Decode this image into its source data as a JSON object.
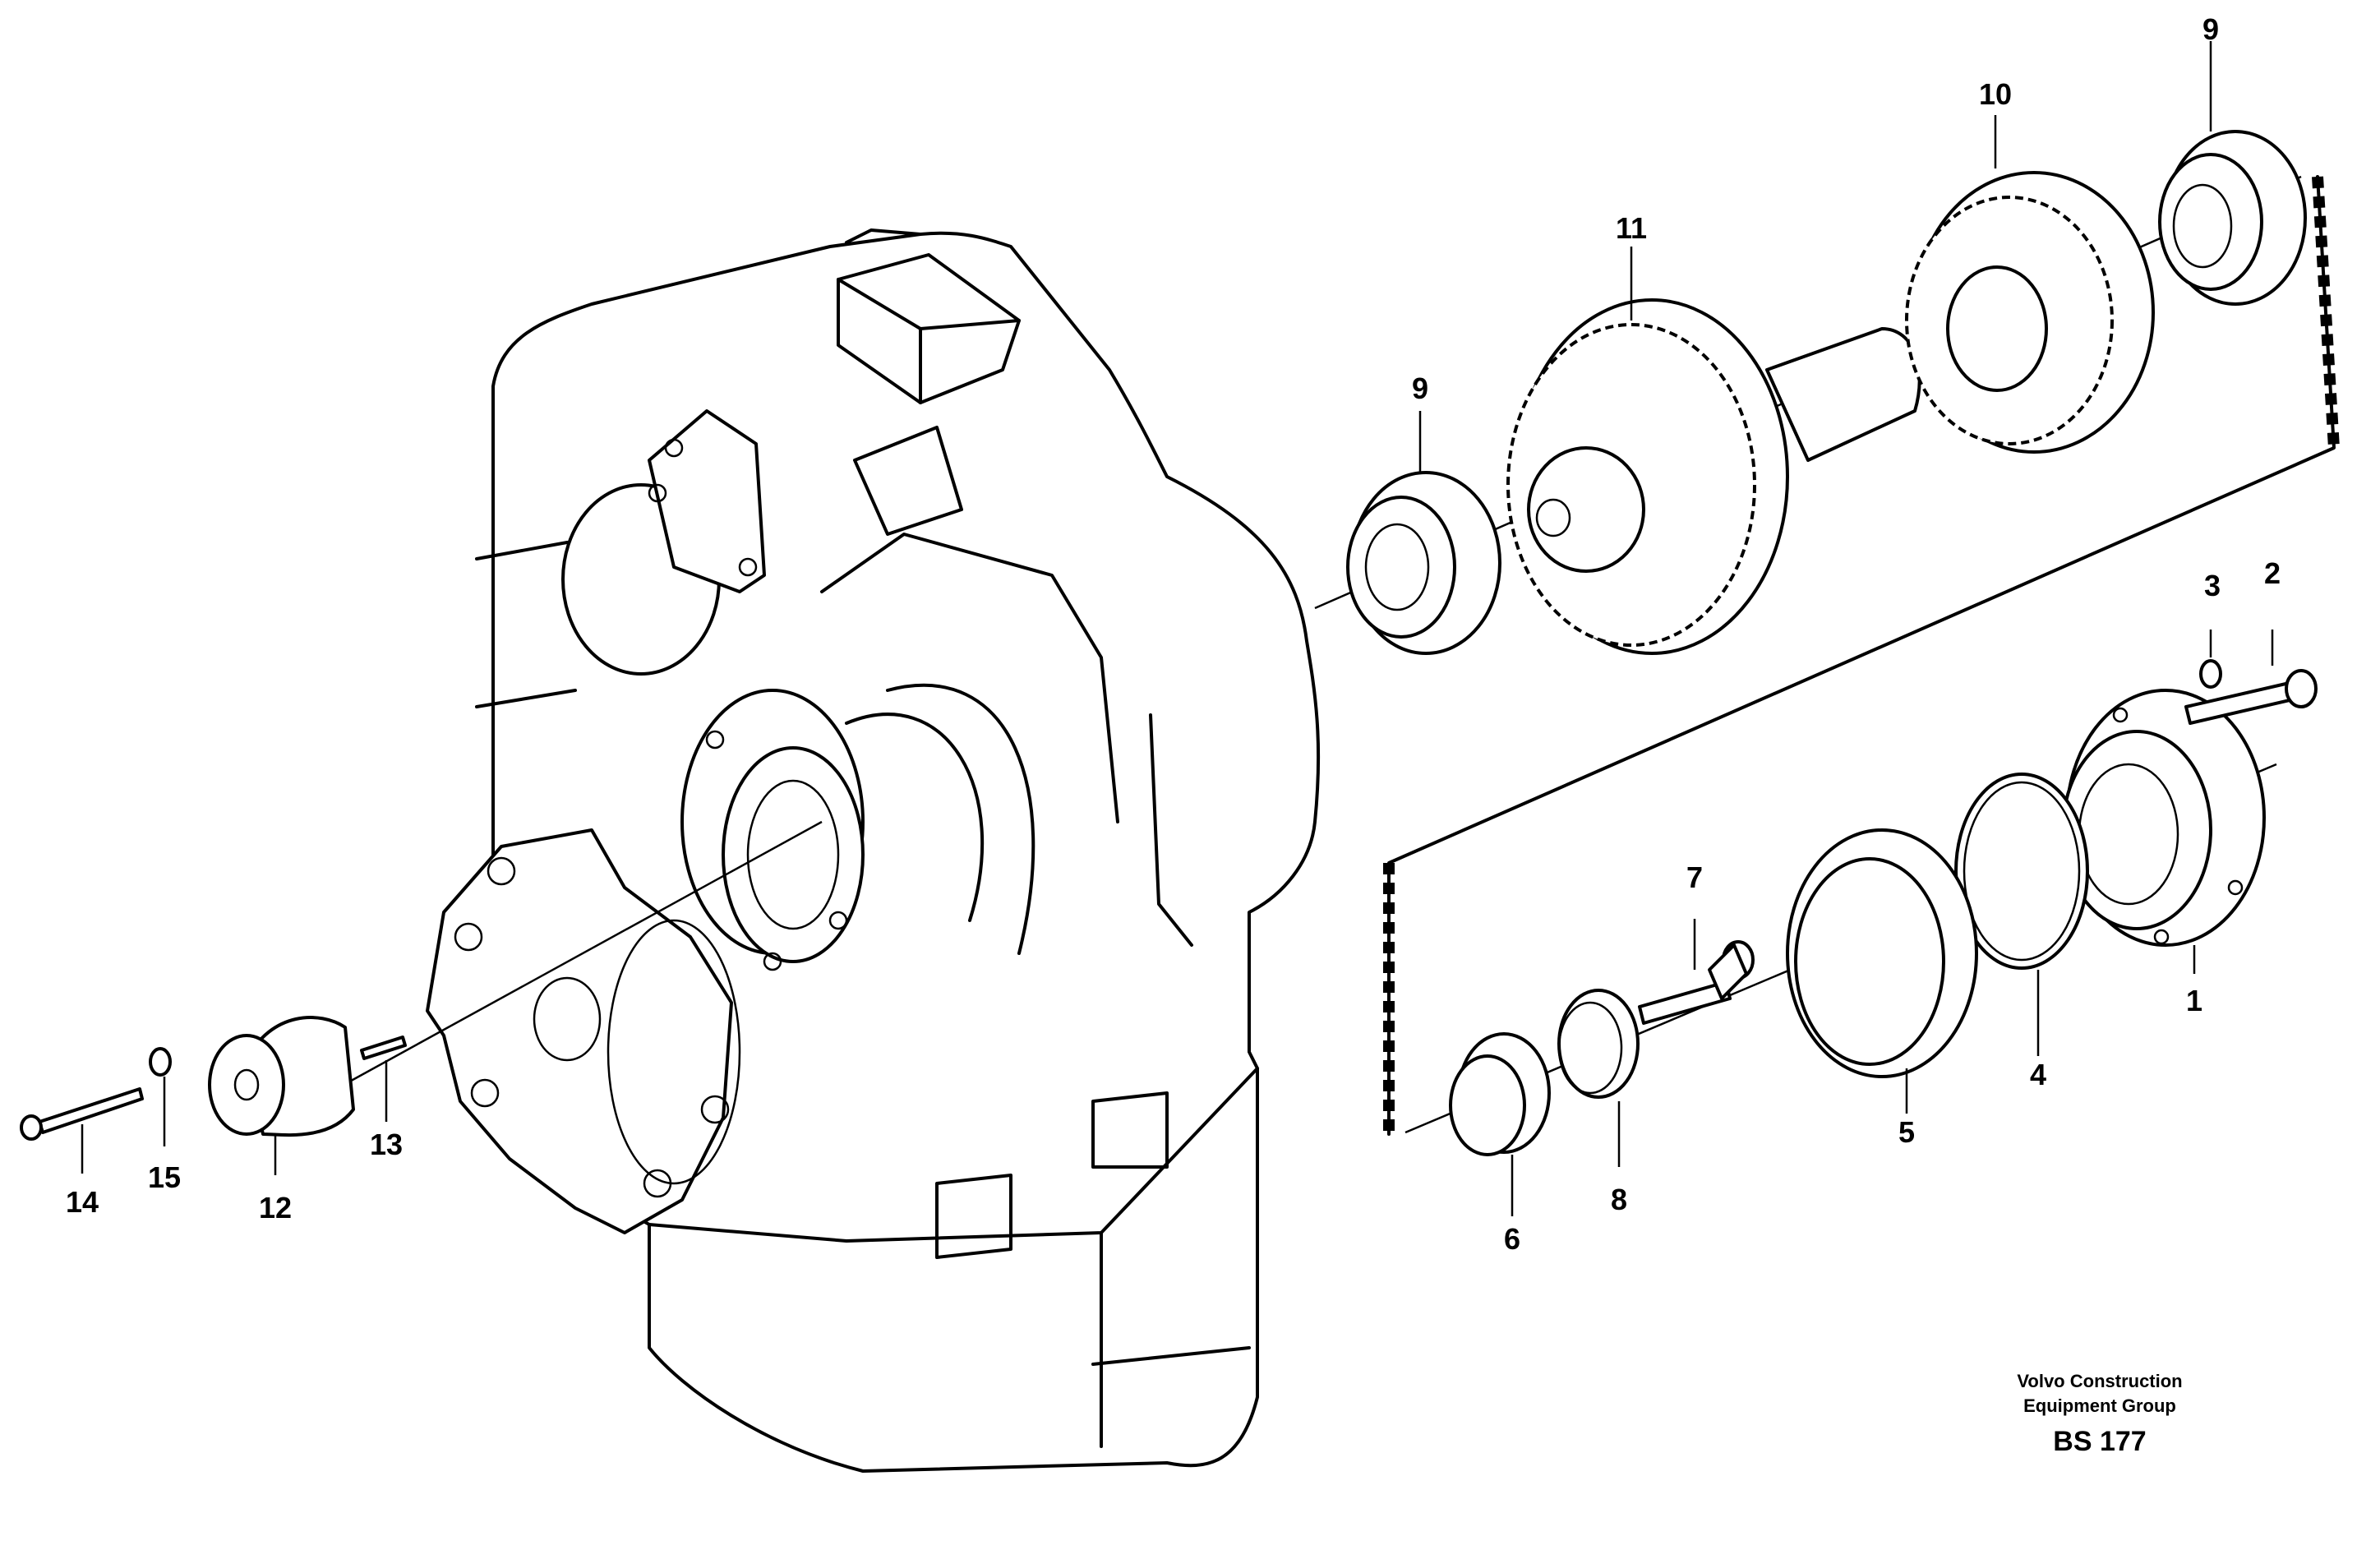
{
  "labels": {
    "p1": "1",
    "p2": "2",
    "p3": "3",
    "p4": "4",
    "p5": "5",
    "p6": "6",
    "p7": "7",
    "p8": "8",
    "p9a": "9",
    "p9b": "9",
    "p10": "10",
    "p11": "11",
    "p12": "12",
    "p13": "13",
    "p14": "14",
    "p15": "15"
  },
  "credit": {
    "line1": "Volvo Construction",
    "line2": "Equipment Group",
    "code": "BS 177"
  }
}
